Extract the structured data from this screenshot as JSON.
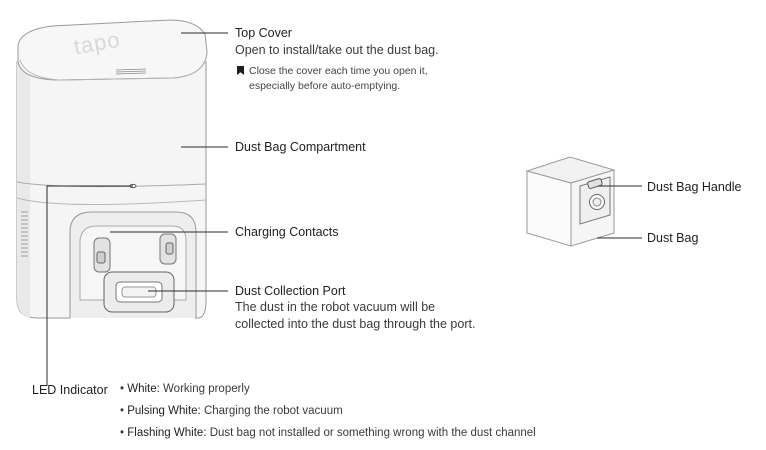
{
  "product": {
    "logo_text": "tapo"
  },
  "callouts": {
    "top_cover": {
      "title": "Top Cover",
      "desc": "Open to install/take out the dust bag.",
      "note_line1": "Close the cover each time you open it,",
      "note_line2": "especially before auto-emptying."
    },
    "dust_bag_compartment": {
      "title": "Dust Bag Compartment"
    },
    "charging_contacts": {
      "title": "Charging Contacts"
    },
    "dust_collection_port": {
      "title": "Dust Collection Port",
      "desc_line1": "The dust in the robot vacuum will be",
      "desc_line2": "collected into the dust bag through the port."
    },
    "dust_bag_handle": {
      "title": "Dust Bag Handle"
    },
    "dust_bag": {
      "title": "Dust Bag"
    }
  },
  "led": {
    "title": "LED Indicator",
    "states": [
      {
        "name": "White:",
        "meaning": "Working properly"
      },
      {
        "name": "Pulsing White:",
        "meaning": "Charging the robot vacuum"
      },
      {
        "name": "Flashing White:",
        "meaning": "Dust bag not installed or something wrong with the dust channel"
      }
    ]
  },
  "colors": {
    "line": "#2b2b2b",
    "outline": "#9a9a9a",
    "body": "#f4f4f4"
  }
}
